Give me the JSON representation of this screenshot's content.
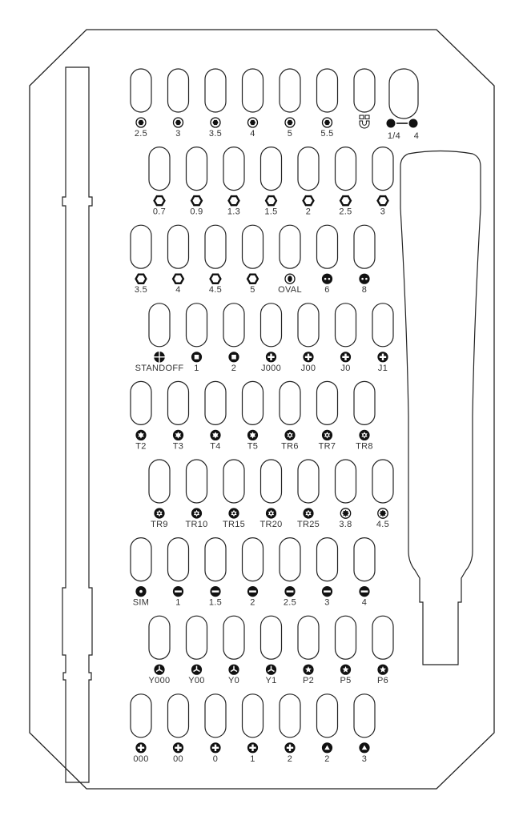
{
  "colors": {
    "stroke": "#222222",
    "icon": "#111111",
    "text": "#333333",
    "background": "#ffffff"
  },
  "rows": [
    {
      "offset": false,
      "slots": [
        {
          "label": "2.5",
          "icon": "hex-socket-icon"
        },
        {
          "label": "3",
          "icon": "hex-socket-icon"
        },
        {
          "label": "3.5",
          "icon": "hex-socket-icon"
        },
        {
          "label": "4",
          "icon": "hex-socket-icon"
        },
        {
          "label": "5",
          "icon": "hex-socket-icon"
        },
        {
          "label": "5.5",
          "icon": "hex-socket-icon"
        },
        {
          "label": "",
          "icon": "magnet-icon"
        }
      ]
    },
    {
      "offset": true,
      "slots": [
        {
          "label": "0.7",
          "icon": "hex-ring-icon"
        },
        {
          "label": "0.9",
          "icon": "hex-ring-icon"
        },
        {
          "label": "1.3",
          "icon": "hex-ring-icon"
        },
        {
          "label": "1.5",
          "icon": "hex-ring-icon"
        },
        {
          "label": "2",
          "icon": "hex-ring-icon"
        },
        {
          "label": "2.5",
          "icon": "hex-ring-icon"
        },
        {
          "label": "3",
          "icon": "hex-ring-icon"
        }
      ]
    },
    {
      "offset": false,
      "slots": [
        {
          "label": "3.5",
          "icon": "hex-ring-icon"
        },
        {
          "label": "4",
          "icon": "hex-ring-icon"
        },
        {
          "label": "4.5",
          "icon": "hex-ring-icon"
        },
        {
          "label": "5",
          "icon": "hex-ring-icon"
        },
        {
          "label": "OVAL",
          "icon": "oval-icon"
        },
        {
          "label": "6",
          "icon": "tri-wing-dots-icon"
        },
        {
          "label": "8",
          "icon": "tri-wing-dots-icon"
        }
      ]
    },
    {
      "offset": true,
      "slots": [
        {
          "label": "STANDOFF",
          "icon": "standoff-icon"
        },
        {
          "label": "1",
          "icon": "square-icon"
        },
        {
          "label": "2",
          "icon": "square-icon"
        },
        {
          "label": "J000",
          "icon": "phillips-icon"
        },
        {
          "label": "J00",
          "icon": "phillips-icon"
        },
        {
          "label": "J0",
          "icon": "phillips-icon"
        },
        {
          "label": "J1",
          "icon": "phillips-icon"
        }
      ]
    },
    {
      "offset": false,
      "slots": [
        {
          "label": "T2",
          "icon": "torx-icon"
        },
        {
          "label": "T3",
          "icon": "torx-icon"
        },
        {
          "label": "T4",
          "icon": "torx-icon"
        },
        {
          "label": "T5",
          "icon": "torx-icon"
        },
        {
          "label": "TR6",
          "icon": "torx-security-icon"
        },
        {
          "label": "TR7",
          "icon": "torx-security-icon"
        },
        {
          "label": "TR8",
          "icon": "torx-security-icon"
        }
      ]
    },
    {
      "offset": true,
      "slots": [
        {
          "label": "TR9",
          "icon": "torx-security-icon"
        },
        {
          "label": "TR10",
          "icon": "torx-security-icon"
        },
        {
          "label": "TR15",
          "icon": "torx-security-icon"
        },
        {
          "label": "TR20",
          "icon": "torx-security-icon"
        },
        {
          "label": "TR25",
          "icon": "torx-security-icon"
        },
        {
          "label": "3.8",
          "icon": "gamebit-icon"
        },
        {
          "label": "4.5",
          "icon": "gamebit-icon"
        }
      ]
    },
    {
      "offset": false,
      "slots": [
        {
          "label": "SIM",
          "icon": "sim-pin-icon"
        },
        {
          "label": "1",
          "icon": "flathead-icon"
        },
        {
          "label": "1.5",
          "icon": "flathead-icon"
        },
        {
          "label": "2",
          "icon": "flathead-icon"
        },
        {
          "label": "2.5",
          "icon": "flathead-icon"
        },
        {
          "label": "3",
          "icon": "flathead-icon"
        },
        {
          "label": "4",
          "icon": "flathead-icon"
        }
      ]
    },
    {
      "offset": true,
      "slots": [
        {
          "label": "Y000",
          "icon": "tri-point-icon"
        },
        {
          "label": "Y00",
          "icon": "tri-point-icon"
        },
        {
          "label": "Y0",
          "icon": "tri-point-icon"
        },
        {
          "label": "Y1",
          "icon": "tri-point-icon"
        },
        {
          "label": "P2",
          "icon": "pentalobe-icon"
        },
        {
          "label": "P5",
          "icon": "pentalobe-icon"
        },
        {
          "label": "P6",
          "icon": "pentalobe-icon"
        }
      ]
    },
    {
      "offset": false,
      "slots": [
        {
          "label": "000",
          "icon": "phillips-icon"
        },
        {
          "label": "00",
          "icon": "phillips-icon"
        },
        {
          "label": "0",
          "icon": "phillips-icon"
        },
        {
          "label": "1",
          "icon": "phillips-icon"
        },
        {
          "label": "2",
          "icon": "phillips-icon"
        },
        {
          "label": "2",
          "icon": "triangle-icon"
        },
        {
          "label": "3",
          "icon": "triangle-icon"
        }
      ]
    }
  ],
  "extension": {
    "label_left": "1/4",
    "label_right": "4",
    "icon": "extension-connector-icon"
  }
}
